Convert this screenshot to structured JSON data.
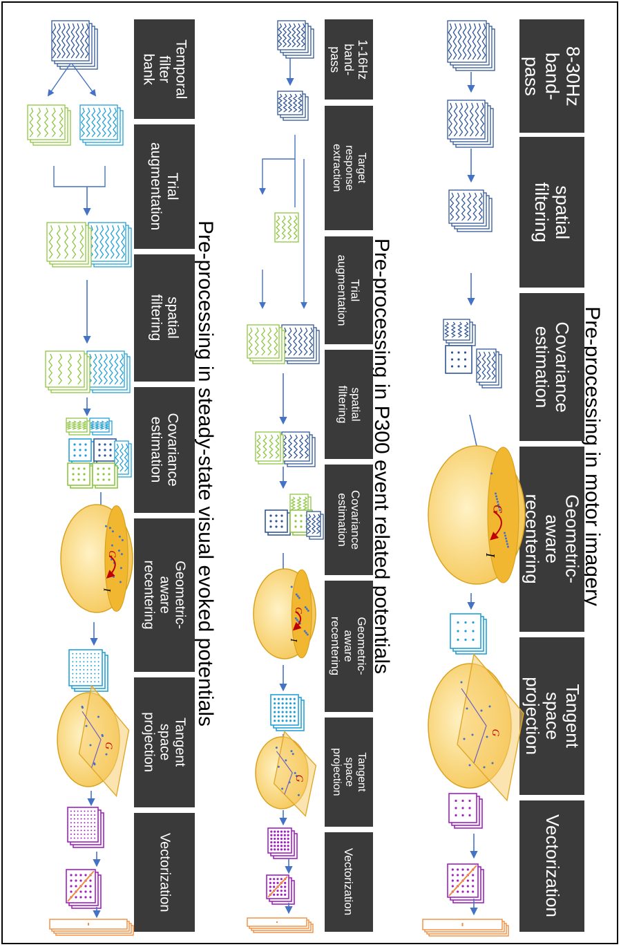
{
  "colors": {
    "blue": "#2e5597",
    "light_blue": "#21a0d8",
    "green": "#8dc63f",
    "arrow": "#4472c4",
    "manifold": "#f5c84c",
    "purple": "#a020c0",
    "orange": "#f08c3c",
    "red": "#c00000",
    "box": "#3a3a3a"
  },
  "sections": {
    "motor": {
      "title": "Pre-processing in motor imagery",
      "steps": [
        "8-30Hz\nband-pass",
        "spatial\nfiltering",
        "Covariance\nestimation",
        "Geometric-aware\nrecentering",
        "Tangent space\nprojection",
        "Vectorization"
      ]
    },
    "p300": {
      "title": "Pre-processing in P300 event related potentials",
      "steps": [
        "1-16Hz\nband-pass",
        "Target response\nextraction",
        "Trial\naugmentation",
        "spatial\nfiltering",
        "Covariance\nestimation",
        "Geometric-aware\nrecentering",
        "Tangent space\nprojection",
        "Vectorization"
      ]
    },
    "ssvep": {
      "title": "Pre-processing in steady-state visual evoked potentials",
      "steps": [
        "Temporal\nfilter bank",
        "Trial\naugmentation",
        "spatial\nfiltering",
        "Covariance\nestimation",
        "Geometric-aware\nrecentering",
        "Tangent space\nprojection",
        "Vectorization"
      ]
    }
  },
  "manifold_labels": {
    "identity": "I",
    "mean": "G"
  }
}
